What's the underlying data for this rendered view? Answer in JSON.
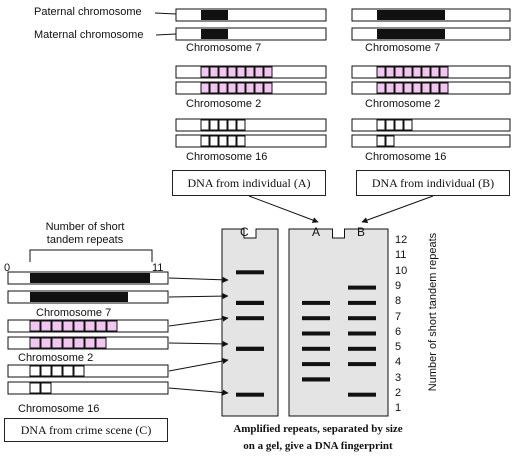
{
  "labels": {
    "paternal": "Paternal chromosome",
    "maternal": "Maternal chromosome",
    "chr7": "Chromosome 7",
    "chr2": "Chromosome 2",
    "chr16": "Chromosome 16",
    "str_count": "Number of short tandem repeats",
    "scale_min": "0",
    "scale_max": "11",
    "axis_title": "Number of short tandem repeats"
  },
  "boxes": {
    "individual_a": "DNA from individual (A)",
    "individual_b": "DNA from individual (B)",
    "crime_scene": "DNA from crime scene (C)"
  },
  "caption": {
    "line1": "Amplified repeats, separated by size",
    "line2": "on a gel, give a DNA fingerprint"
  },
  "lanes": {
    "c": "C",
    "a": "A",
    "b": "B"
  },
  "scale_ticks": [
    "12",
    "11",
    "10",
    "9",
    "8",
    "7",
    "6",
    "5",
    "4",
    "3",
    "2",
    "1"
  ],
  "colors": {
    "ink": "#111111",
    "repeat_fill": "#f2c6f0",
    "gel": "#e4e4e4"
  },
  "genotypes": {
    "individual_a": {
      "chr7": [
        3,
        3
      ],
      "chr2": [
        8,
        8
      ],
      "chr16": [
        5,
        5
      ]
    },
    "individual_b": {
      "chr7": [
        7,
        7
      ],
      "chr2": [
        8,
        8
      ],
      "chr16": [
        4,
        2
      ]
    },
    "crime_scene": {
      "chr7": [
        10,
        8
      ],
      "chr2": [
        8,
        7
      ],
      "chr16": [
        5,
        2
      ]
    }
  }
}
